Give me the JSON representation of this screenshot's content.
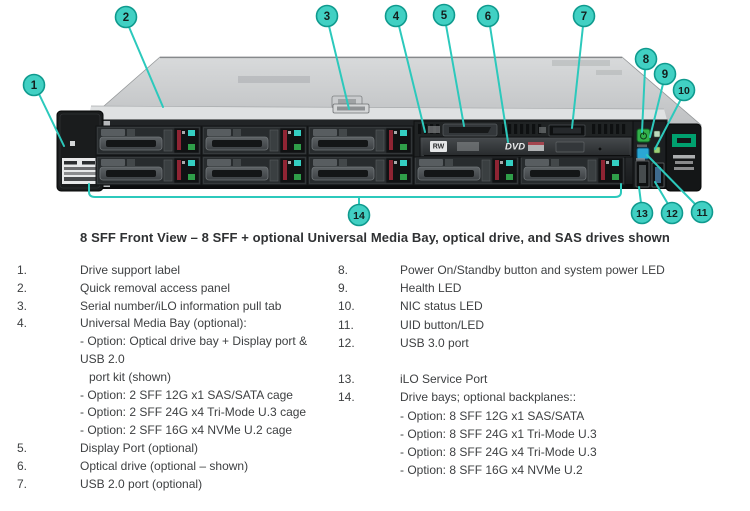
{
  "figure": {
    "caption": "8 SFF Front View – 8 SFF + optional Universal Media Bay, optical drive, and SAS drives shown",
    "callouts": [
      "1",
      "2",
      "3",
      "4",
      "5",
      "6",
      "7",
      "8",
      "9",
      "10",
      "11",
      "12",
      "13",
      "14"
    ],
    "optical_drive": {
      "logo": "DVD",
      "rw_label": "RW"
    },
    "accent_color": "#2cc9bc",
    "power_button_color": "#33b04a",
    "uid_button_color": "#2aa7d4",
    "hpe_logo_color": "#00a06e"
  },
  "legend": {
    "left_rows": [
      {
        "n": "1.",
        "t": "Drive support label"
      },
      {
        "n": "2.",
        "t": "Quick removal access panel"
      },
      {
        "n": "3.",
        "t": "Serial number/iLO information pull tab"
      },
      {
        "n": "4.",
        "t": "Universal Media Bay (optional):"
      },
      {
        "n": "",
        "t": "- Option: Optical drive bay + Display port &"
      },
      {
        "n": "",
        "t": "USB 2.0"
      },
      {
        "n": "",
        "t": "port kit (shown)",
        "ind": 1
      },
      {
        "n": "",
        "t": "- Option: 2 SFF 12G x1 SAS/SATA cage"
      },
      {
        "n": "",
        "t": "- Option: 2 SFF 24G x4 Tri-Mode U.3 cage"
      },
      {
        "n": "",
        "t": "- Option: 2 SFF 16G x4 NVMe U.2 cage"
      },
      {
        "n": "5.",
        "t": "Display Port (optional)"
      },
      {
        "n": "6.",
        "t": "Optical drive (optional – shown)"
      },
      {
        "n": "7.",
        "t": "USB 2.0 port (optional)"
      }
    ],
    "right_rows": [
      {
        "n": "8.",
        "t": "Power On/Standby button and system power LED"
      },
      {
        "n": "9.",
        "t": "Health LED"
      },
      {
        "n": "10.",
        "t": "NIC status LED"
      },
      {
        "n": "11.",
        "t": "UID button/LED"
      },
      {
        "n": "12.",
        "t": "USB 3.0 port"
      },
      {
        "n": "",
        "t": ""
      },
      {
        "n": "13.",
        "t": "iLO Service Port"
      },
      {
        "n": "14.",
        "t": "Drive bays; optional backplanes::"
      },
      {
        "n": "",
        "t": "- Option: 8 SFF 12G x1 SAS/SATA"
      },
      {
        "n": "",
        "t": "- Option: 8 SFF 24G x1 Tri-Mode U.3"
      },
      {
        "n": "",
        "t": "- Option: 8 SFF 24G x4 Tri-Mode U.3"
      },
      {
        "n": "",
        "t": "- Option: 8 SFF 16G x4 NVMe U.2"
      }
    ]
  }
}
